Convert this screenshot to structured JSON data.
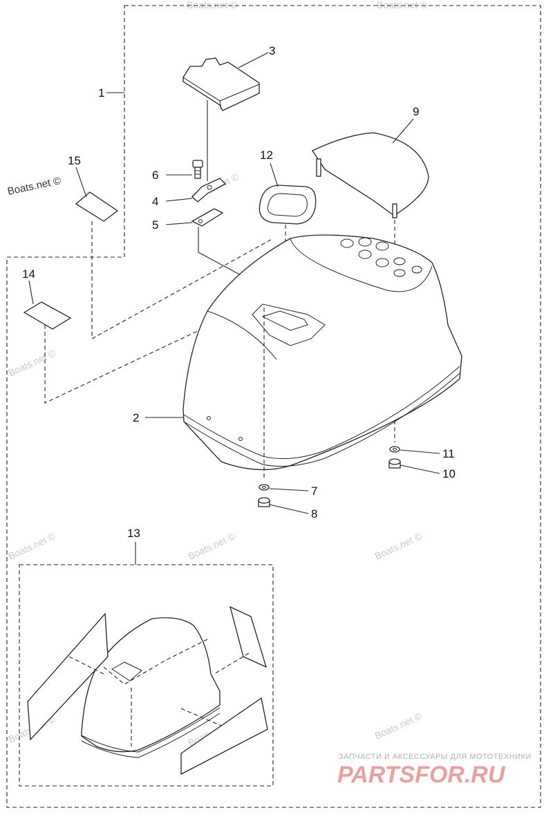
{
  "callouts": {
    "c1": "1",
    "c2": "2",
    "c3": "3",
    "c4": "4",
    "c5": "5",
    "c6": "6",
    "c7": "7",
    "c8": "8",
    "c9": "9",
    "c10": "10",
    "c11": "11",
    "c12": "12",
    "c13": "13",
    "c14": "14",
    "c15": "15"
  },
  "watermarks": {
    "boats_net": "Boats.net ©"
  },
  "branding": {
    "tagline": "ЗАПЧАСТИ И АКСЕССУАРЫ ДЛЯ МОТОТЕХНИКИ",
    "logo": "PARTSFOR.RU"
  },
  "colors": {
    "line": "#222222",
    "watermark": "#c8c8c8",
    "brand": "#e9a0a0"
  }
}
